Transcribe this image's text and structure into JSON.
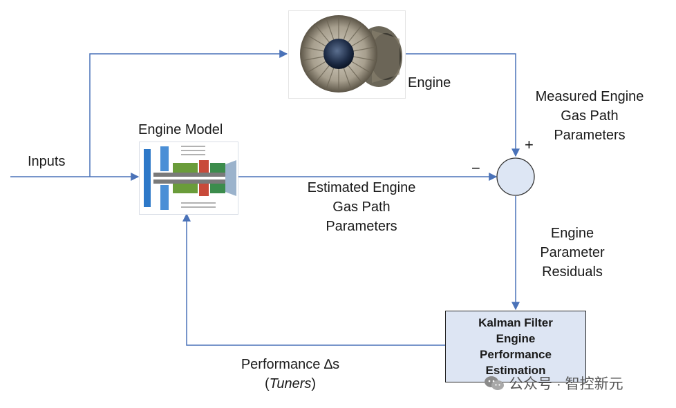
{
  "labels": {
    "inputs": "Inputs",
    "engine_model": "Engine Model",
    "engine": "Engine",
    "measured": [
      "Measured Engine",
      "Gas Path",
      "Parameters"
    ],
    "estimated": [
      "Estimated Engine",
      "Gas Path",
      "Parameters"
    ],
    "residuals": [
      "Engine",
      "Parameter",
      "Residuals"
    ],
    "plus": "+",
    "minus": "−",
    "performance_line1": "Performance ∆s",
    "performance_open": "(",
    "tuners": "Tuners",
    "performance_close": ")"
  },
  "kalman_filter": [
    "Kalman Filter",
    "Engine",
    "Performance",
    "Estimation"
  ],
  "watermark": "公众号 · 智控新元",
  "colors": {
    "wire": "#4a72b8",
    "box_fill": "#dde5f3",
    "junction_fill": "#dde6f4"
  }
}
